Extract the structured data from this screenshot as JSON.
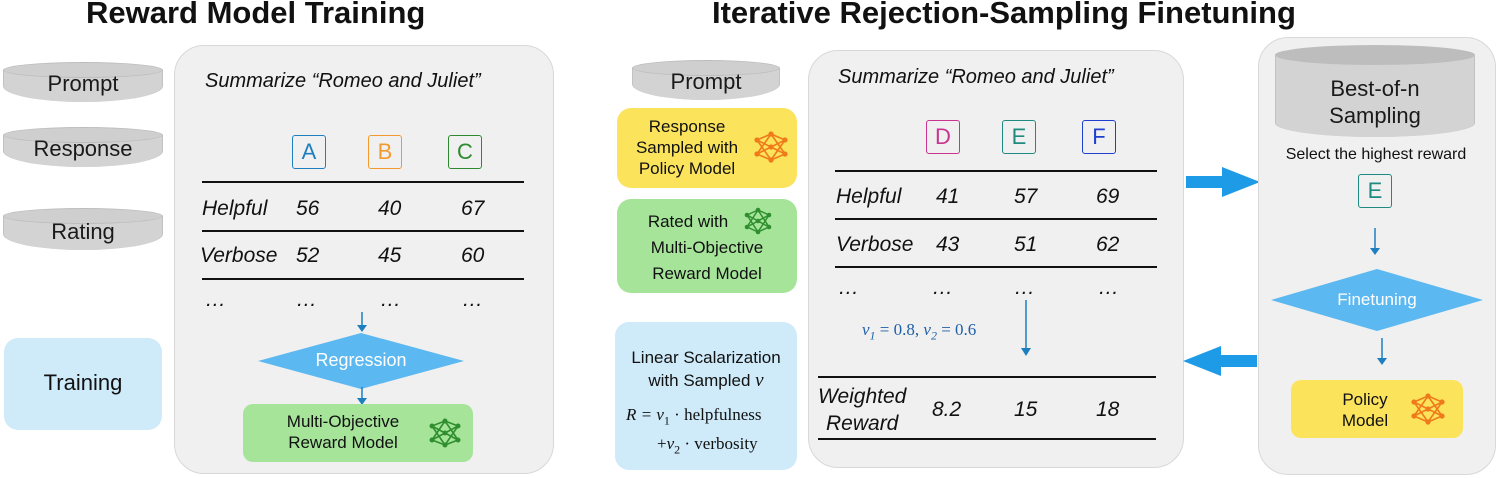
{
  "titles": {
    "left": "Reward Model Training",
    "right": "Iterative Rejection-Sampling Finetuning"
  },
  "left": {
    "inputs": [
      "Prompt",
      "Response",
      "Rating"
    ],
    "training_label": "Training",
    "prompt_text": "Summarize “Romeo and Juliet”",
    "columns": [
      {
        "label": "A",
        "color": "#1e7fc0"
      },
      {
        "label": "B",
        "color": "#f29a2e"
      },
      {
        "label": "C",
        "color": "#2f8a2f"
      }
    ],
    "rows": [
      {
        "name": "Helpful",
        "values": [
          "56",
          "40",
          "67"
        ]
      },
      {
        "name": "Verbose",
        "values": [
          "52",
          "45",
          "60"
        ]
      },
      {
        "name": "…",
        "values": [
          "…",
          "…",
          "…"
        ]
      }
    ],
    "regression_label": "Regression",
    "model_label": [
      "Multi-Objective",
      "Reward Model"
    ]
  },
  "middle": {
    "prompt_label": "Prompt",
    "response_box": [
      "Response",
      "Sampled with",
      "Policy Model"
    ],
    "rated_box": [
      "Rated with",
      "Multi-Objective",
      "Reward Model"
    ],
    "scalarization_box": [
      "Linear Scalarization",
      "with Sampled"
    ],
    "scalarization_var": "v",
    "formula": {
      "lhs": "R = ",
      "v1": "v",
      "sub1": "1",
      "term1": " · helpfulness",
      "plus": "+",
      "v2": "v",
      "sub2": "2",
      "term2": " · verbosity"
    }
  },
  "right": {
    "prompt_text": "Summarize “Romeo and Juliet”",
    "columns": [
      {
        "label": "D",
        "color": "#c8348f"
      },
      {
        "label": "E",
        "color": "#1f8a80"
      },
      {
        "label": "F",
        "color": "#1f3fd0"
      }
    ],
    "rows": [
      {
        "name": "Helpful",
        "values": [
          "41",
          "57",
          "69"
        ]
      },
      {
        "name": "Verbose",
        "values": [
          "43",
          "51",
          "62"
        ]
      },
      {
        "name": "…",
        "values": [
          "…",
          "…",
          "…"
        ]
      }
    ],
    "weights": {
      "v1": "v",
      "sub1": "1",
      "val1": " = 0.8, ",
      "v2": "v",
      "sub2": "2",
      "val2": " = 0.6"
    },
    "weighted_label": [
      "Weighted",
      "Reward"
    ],
    "weighted_values": [
      "8.2",
      "15",
      "18"
    ]
  },
  "sampling": {
    "header": [
      "Best-of-n",
      "Sampling"
    ],
    "select_label": "Select the highest reward",
    "selected": {
      "label": "E",
      "color": "#1f8a80"
    },
    "finetuning_label": "Finetuning",
    "policy_label": [
      "Policy",
      "Model"
    ]
  },
  "colors": {
    "arrow": "#1e9be6",
    "diamond": "#5cb8f0",
    "network_green": "#2f8f2f",
    "network_orange": "#f07a1a"
  }
}
